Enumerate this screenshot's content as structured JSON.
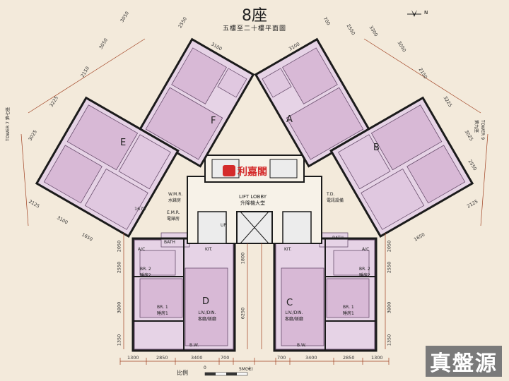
{
  "header": {
    "title": "8座",
    "subtitle": "五樓至二十樓平面圖"
  },
  "compass": {
    "letter": "N"
  },
  "logo_text": "利嘉閣",
  "lobby": {
    "label_en": "LIFT LOBBY",
    "label_zh": "升降機大堂"
  },
  "towers": [
    {
      "label": "TOWER 7",
      "sub": "第七座"
    },
    {
      "label": "TOWER 9",
      "sub": "第九座"
    }
  ],
  "units": [
    {
      "letter": "A"
    },
    {
      "letter": "B"
    },
    {
      "letter": "C"
    },
    {
      "letter": "D"
    },
    {
      "letter": "E"
    },
    {
      "letter": "F"
    }
  ],
  "room_labels": {
    "br1": "BR. 1",
    "br1_zh": "睡房1",
    "br2": "BR. 2",
    "br2_zh": "睡房2",
    "livdin": "LIV./DIN.",
    "livdin_zh": "客廳/飯廳",
    "kit": "KIT.",
    "bath": "BATH",
    "bw": "B.W.",
    "ac": "A/C",
    "emr": "E.M.R.",
    "emr_zh": "電錶房",
    "wmr": "W.M.R.",
    "wmr_zh": "水錶房",
    "td": "T.D.",
    "td_zh": "電訊設備",
    "up": "UP"
  },
  "dimensions": {
    "bottom": [
      "1300",
      "2850",
      "3400",
      "700",
      "700",
      "3400",
      "2850",
      "1300"
    ],
    "left": [
      "2050",
      "2550",
      "3800",
      "1350"
    ],
    "right": [
      "2050",
      "2550",
      "3800",
      "1350"
    ],
    "center_vertical": [
      "1800",
      "6250"
    ],
    "top_left": [
      "2550",
      "3100",
      "3050",
      "2150",
      "3225",
      "3025",
      "3100",
      "3050"
    ],
    "top_right": [
      "700",
      "2550",
      "3300",
      "3100",
      "3050",
      "2150",
      "3225",
      "3025",
      "2550"
    ],
    "left_mid": [
      "2125",
      "1650",
      "1675"
    ],
    "right_mid": [
      "2125",
      "1650"
    ],
    "scale_zero": "0",
    "scale_max": "5M(米)"
  },
  "scale_label": "比例",
  "source_mark": "真盤源",
  "colors": {
    "background": "#f3eadb",
    "room_fill": "#e6d3e6",
    "room_stroke": "#6a4f6e",
    "wall": "#1b1b1b",
    "dim_line": "#a04020",
    "grid_pink": "#d45a8a"
  }
}
